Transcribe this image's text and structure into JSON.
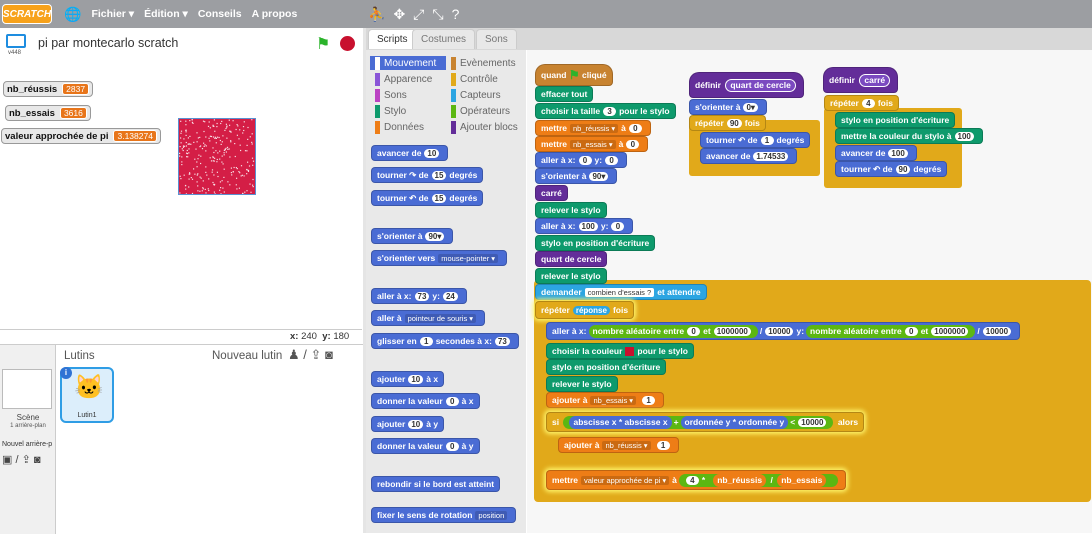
{
  "menubar": {
    "logo": "SCRATCH",
    "items": [
      "Fichier ▾",
      "Édition ▾",
      "Conseils",
      "A propos"
    ],
    "tools": [
      "⛹",
      "✥",
      "⤢",
      "⤡",
      "?"
    ]
  },
  "stage": {
    "project_title": "pi par montecarlo scratch",
    "version": "v448",
    "monitors": [
      {
        "label": "nb_réussis",
        "value": "2837"
      },
      {
        "label": "nb_essais",
        "value": "3616"
      },
      {
        "label": "valeur approchée de pi",
        "value": "3.138274"
      }
    ],
    "coords": {
      "x_label": "x:",
      "x": "240",
      "y_label": "y:",
      "y": "180"
    }
  },
  "sprites": {
    "title": "Lutins",
    "new_sprite": "Nouveau lutin",
    "scene_label": "Scène",
    "scene_sub": "1 arrière-plan",
    "new_backdrop": "Nouvel arrière-p",
    "sprite_name": "Lutin1",
    "info": "i"
  },
  "tabs": [
    "Scripts",
    "Costumes",
    "Sons"
  ],
  "categories": [
    {
      "label": "Mouvement",
      "color": "#4a6cd4"
    },
    {
      "label": "Evènements",
      "color": "#c88330"
    },
    {
      "label": "Apparence",
      "color": "#8a55d7"
    },
    {
      "label": "Contrôle",
      "color": "#e1a91a"
    },
    {
      "label": "Sons",
      "color": "#bb42c3"
    },
    {
      "label": "Capteurs",
      "color": "#2ca5e2"
    },
    {
      "label": "Stylo",
      "color": "#0e9a6c"
    },
    {
      "label": "Opérateurs",
      "color": "#5cb712"
    },
    {
      "label": "Données",
      "color": "#ee7d16"
    },
    {
      "label": "Ajouter blocs",
      "color": "#632d99"
    }
  ],
  "palette": {
    "b1": "avancer de",
    "b1n": "10",
    "b2a": "tourner ↷ de",
    "b2n": "15",
    "b2b": "degrés",
    "b3a": "tourner ↶ de",
    "b3n": "15",
    "b3b": "degrés",
    "b4": "s'orienter à",
    "b4n": "90▾",
    "b5": "s'orienter vers",
    "b5d": "mouse-pointer ▾",
    "b6a": "aller à x:",
    "b6x": "73",
    "b6b": "y:",
    "b6y": "24",
    "b7": "aller à",
    "b7d": "pointeur de souris ▾",
    "b8a": "glisser en",
    "b8n": "1",
    "b8b": "secondes à x:",
    "b8x": "73",
    "b9a": "ajouter",
    "b9n": "10",
    "b9b": "à x",
    "b10a": "donner la valeur",
    "b10n": "0",
    "b10b": "à x",
    "b11a": "ajouter",
    "b11n": "10",
    "b11b": "à y",
    "b12a": "donner la valeur",
    "b12n": "0",
    "b12b": "à y",
    "b13": "rebondir si le bord est atteint",
    "b14": "fixer le sens de rotation",
    "b14d": "position"
  },
  "script": {
    "hat_a": "quand",
    "hat_b": "cliqué",
    "s1": "effacer tout",
    "s2a": "choisir la taille",
    "s2n": "3",
    "s2b": "pour le stylo",
    "s3a": "mettre",
    "s3d": "nb_réussis ▾",
    "s3b": "à",
    "s3n": "0",
    "s4a": "mettre",
    "s4d": "nb_essais ▾",
    "s4b": "à",
    "s4n": "0",
    "s5a": "aller à x:",
    "s5x": "0",
    "s5b": "y:",
    "s5y": "0",
    "s6": "s'orienter à",
    "s6n": "90▾",
    "s7": "carré",
    "s8": "relever le stylo",
    "s9a": "aller à x:",
    "s9x": "100",
    "s9b": "y:",
    "s9y": "0",
    "s10": "stylo en position d'écriture",
    "s11": "quart de cercle",
    "s12": "relever le stylo",
    "s13a": "demander",
    "s13t": "combien d'essais ?",
    "s13b": "et attendre",
    "r1a": "répéter",
    "r1s": "réponse",
    "r1b": "fois",
    "i1a": "aller à x:",
    "i1o": "nombre aléatoire entre",
    "i1n0": "0",
    "i1et": "et",
    "i1n1": "1000000",
    "i1div": "/",
    "i1n2": "10000",
    "i1y": "y:",
    "i1o2": "nombre aléatoire entre",
    "i1m0": "0",
    "i1et2": "et",
    "i1m1": "1000000",
    "i1div2": "/",
    "i1m2": "10000",
    "i2a": "choisir la couleur",
    "i2b": "pour le stylo",
    "i3": "stylo en position d'écriture",
    "i4": "relever le stylo",
    "i5a": "ajouter à",
    "i5d": "nb_essais ▾",
    "i5n": "1",
    "if_a": "si",
    "if_x1": "abscisse x",
    "if_mul": "*",
    "if_x2": "abscisse x",
    "if_plus": "+",
    "if_y1": "ordonnée y",
    "if_mul2": "*",
    "if_y2": "ordonnée y",
    "if_lt": "<",
    "if_n": "10000",
    "if_b": "alors",
    "if_in_a": "ajouter à",
    "if_in_d": "nb_réussis ▾",
    "if_in_n": "1",
    "m_a": "mettre",
    "m_d": "valeur approchée de pi ▾",
    "m_b": "à",
    "m_n": "4",
    "m_mul": "*",
    "m_v1": "nb_réussis",
    "m_div": "/",
    "m_v2": "nb_essais",
    "d1_a": "définir",
    "d1_n": "quart de cercle",
    "d1s1": "s'orienter à",
    "d1s1n": "0▾",
    "d1r": "répéter",
    "d1rn": "90",
    "d1rb": "fois",
    "d1i1a": "tourner ↶ de",
    "d1i1n": "1",
    "d1i1b": "degrés",
    "d1i2a": "avancer de",
    "d1i2n": "1.74533",
    "d2_a": "définir",
    "d2_n": "carré",
    "d2r": "répéter",
    "d2rn": "4",
    "d2rb": "fois",
    "d2i1": "stylo en position d'écriture",
    "d2i2a": "mettre la couleur du stylo à",
    "d2i2n": "100",
    "d2i3a": "avancer de",
    "d2i3n": "100",
    "d2i4a": "tourner ↶ de",
    "d2i4n": "90",
    "d2i4b": "degrés"
  },
  "colors": {
    "pen_color": "#c8102e"
  }
}
